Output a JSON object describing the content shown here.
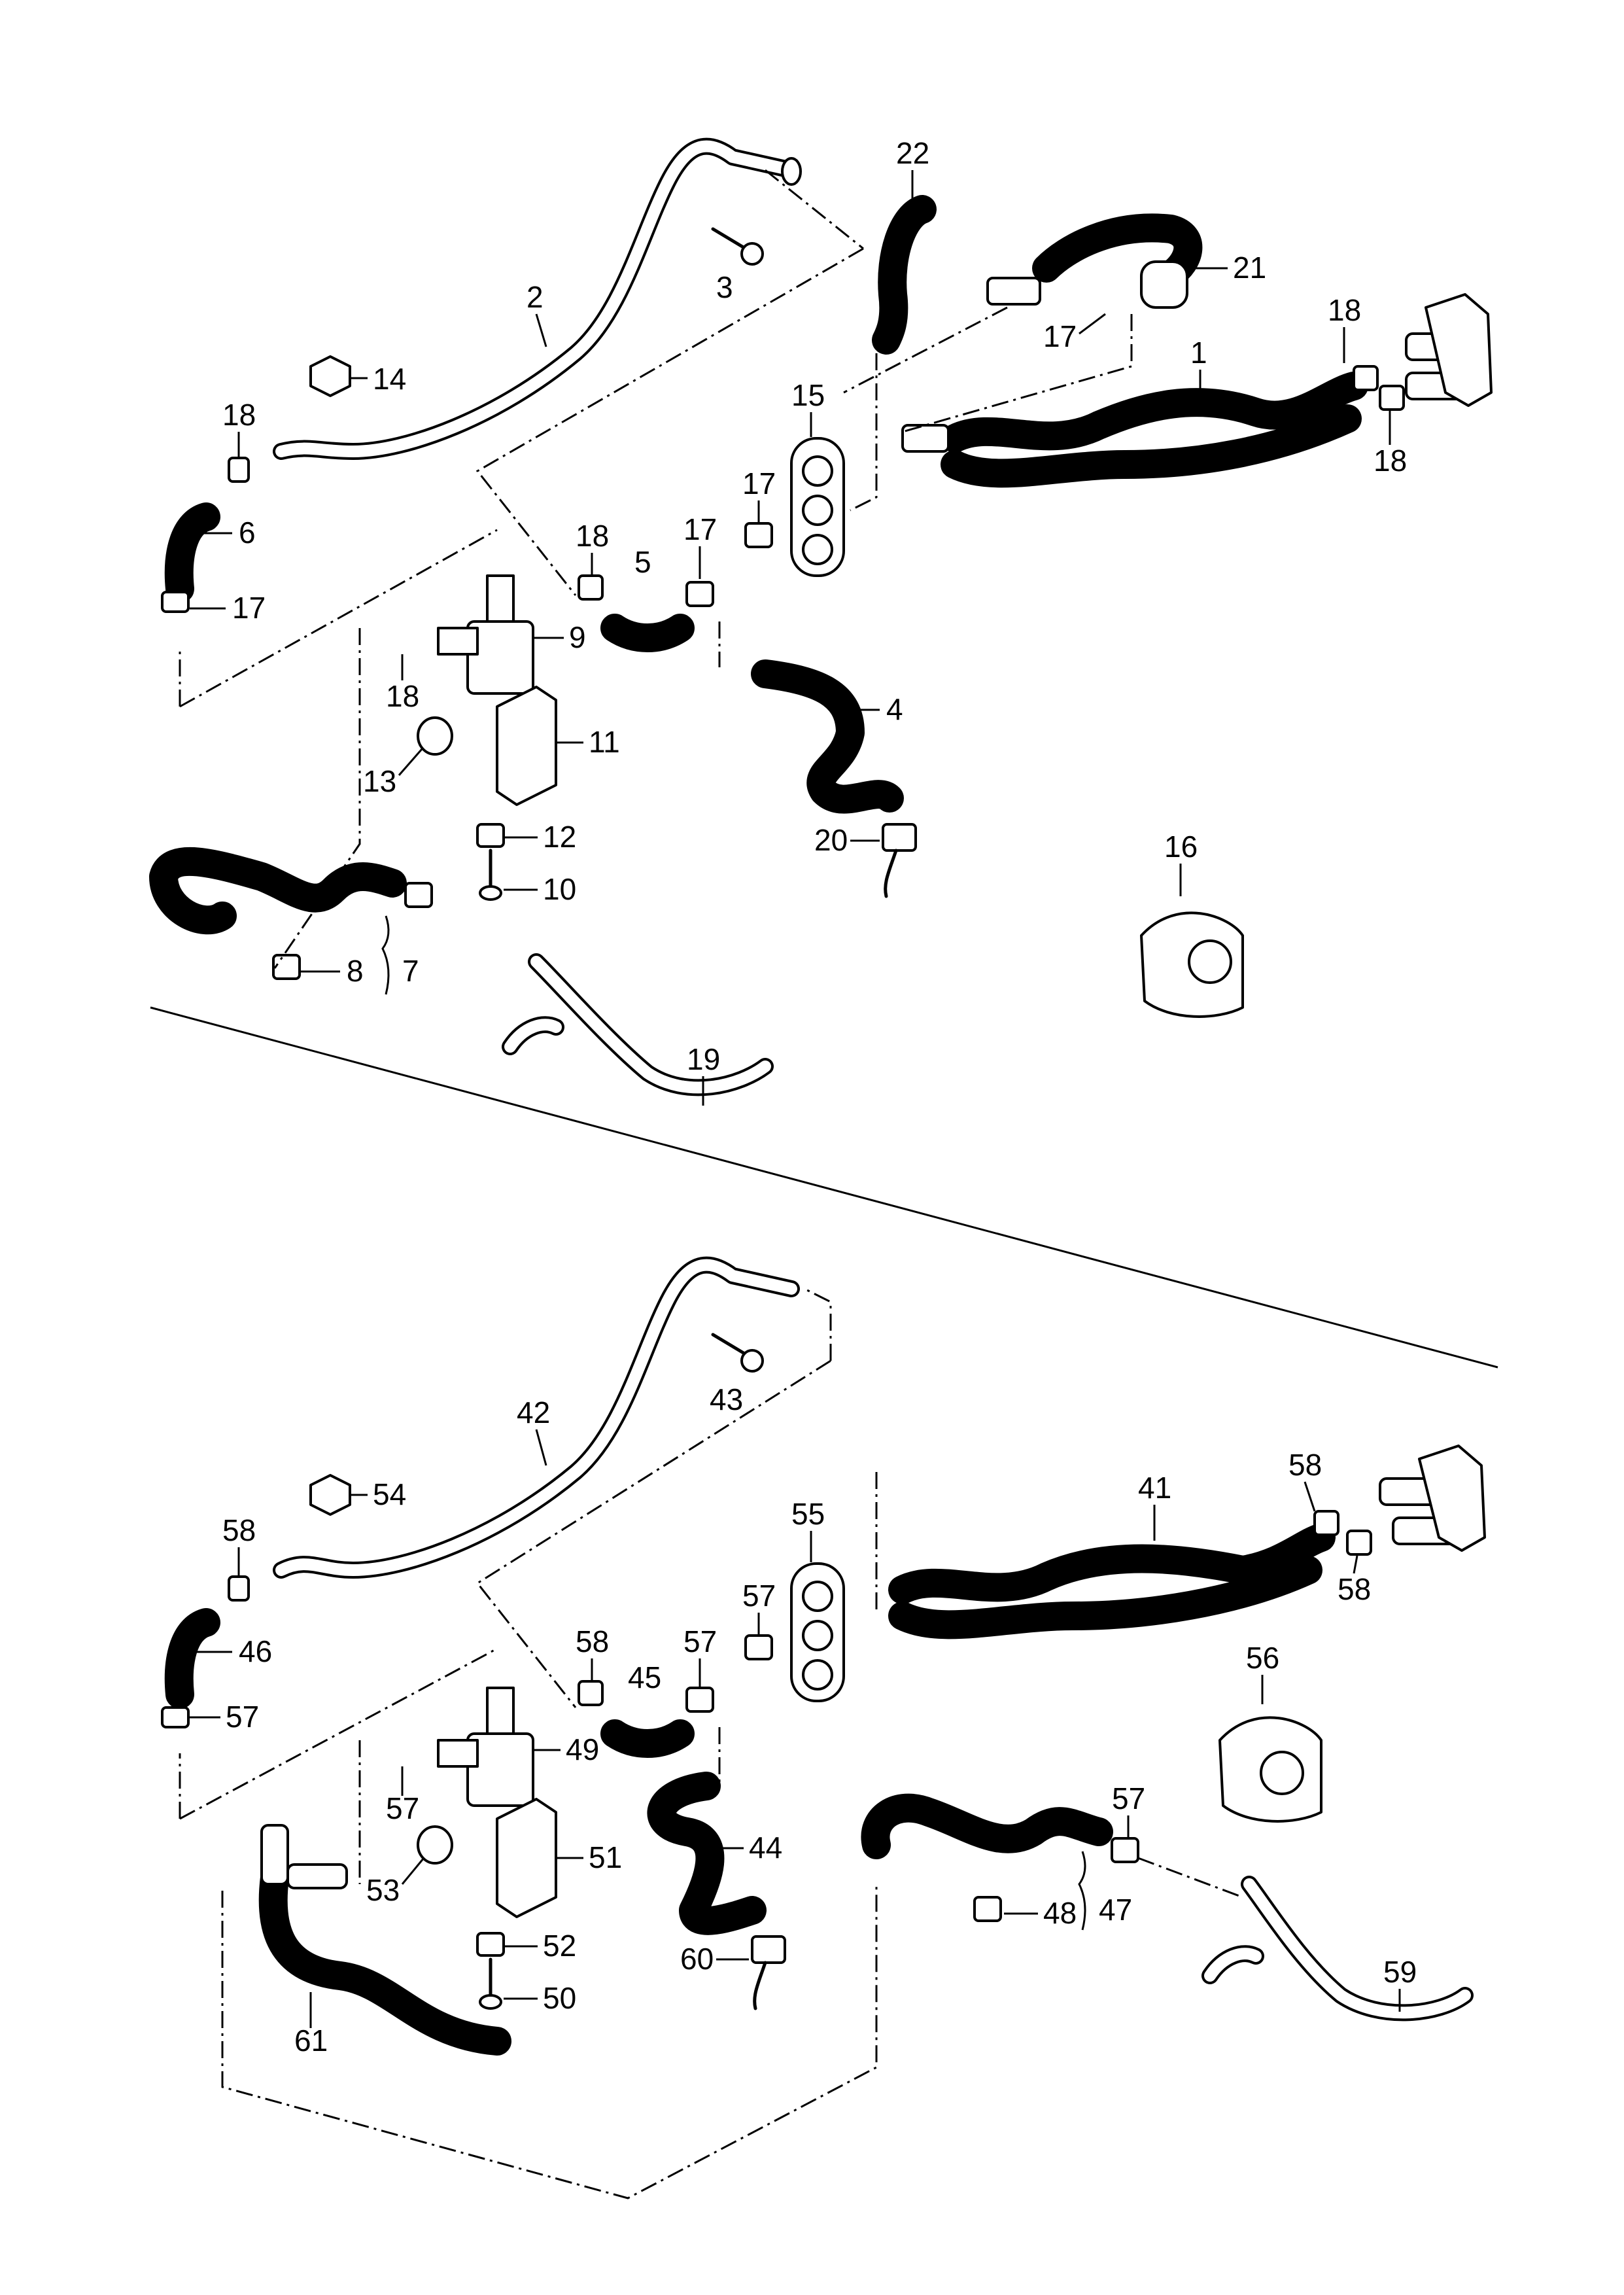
{
  "section_a": {
    "labels": [
      "1",
      "2",
      "3",
      "4",
      "5",
      "6",
      "17",
      "8",
      "9",
      "10",
      "11",
      "12",
      "13",
      "14",
      "15",
      "16",
      "17",
      "18",
      "18",
      "19",
      "20",
      "21",
      "22",
      "17",
      "17",
      "18",
      "18",
      "18",
      "7"
    ]
  },
  "section_b": {
    "labels": [
      "41",
      "42",
      "43",
      "44",
      "45",
      "46",
      "47",
      "48",
      "49",
      "50",
      "51",
      "52",
      "53",
      "54",
      "55",
      "56",
      "57",
      "57",
      "57",
      "57",
      "58",
      "58",
      "58",
      "58",
      "59",
      "60",
      "61"
    ]
  }
}
